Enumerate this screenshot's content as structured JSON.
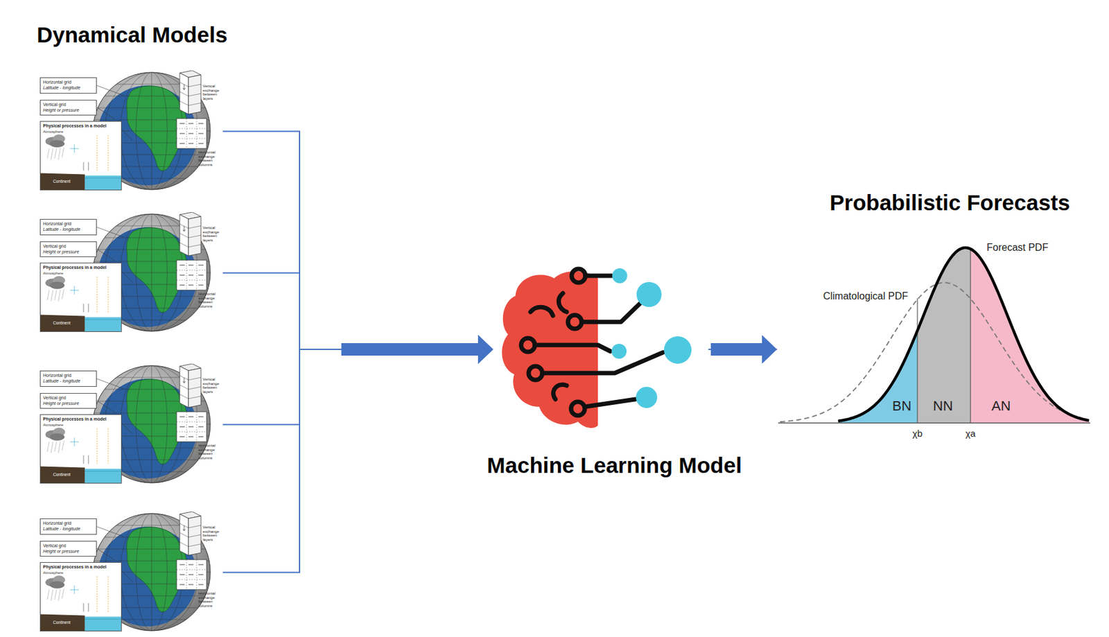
{
  "diagram": {
    "nodes": [
      {
        "text": [
          "Dynamical Models"
        ]
      },
      {
        "text": [
          "Vertical exchange between layers",
          "Horizontal exchange between columns"
        ],
        "in": 0
      },
      {
        "text": [
          "Horizontal grid",
          "Latitude - longitude"
        ],
        "in": 1
      },
      {
        "text": [
          "Vertical grid",
          "Height or pressure"
        ],
        "in": 1
      },
      {
        "text": [
          "Physical processes in a model",
          "Atmosphere",
          "Continent"
        ],
        "in": 1
      },
      {
        "text": [
          "Vertical exchange between layers",
          "Horizontal exchange between columns"
        ],
        "in": 0
      },
      {
        "text": [
          "Horizontal grid",
          "Latitude - longitude"
        ],
        "in": 5
      },
      {
        "text": [
          "Vertical grid",
          "Height or pressure"
        ],
        "in": 5
      },
      {
        "text": [
          "Physical processes in a model",
          "Atmosphere",
          "Continent"
        ],
        "in": 5
      },
      {
        "text": [
          "Vertical exchange between layers",
          "Horizontal exchange between columns"
        ],
        "in": 0
      },
      {
        "text": [
          "Horizontal grid",
          "Latitude - longitude"
        ],
        "in": 9
      },
      {
        "text": [
          "Vertical grid",
          "Height or pressure"
        ],
        "in": 9
      },
      {
        "text": [
          "Physical processes in a model",
          "Atmosphere",
          "Continent"
        ],
        "in": 9
      },
      {
        "text": [
          "Vertical exchange between layers",
          "Horizontal exchange between columns"
        ],
        "in": 0
      },
      {
        "text": [
          "Horizontal grid",
          "Latitude - longitude"
        ],
        "in": 13
      },
      {
        "text": [
          "Vertical grid",
          "Height or pressure"
        ],
        "in": 13
      },
      {
        "text": [
          "Physical processes in a model",
          "Atmosphere",
          "Continent"
        ],
        "in": 13
      },
      {
        "text": [
          "Machine Learning Model"
        ]
      },
      {
        "text": [
          "Probabilistic Forecasts"
        ]
      }
    ],
    "edges": [
      {
        "from": 1,
        "to": 17,
        "arrow": "to"
      },
      {
        "from": 5,
        "to": 17,
        "arrow": "to"
      },
      {
        "from": 9,
        "to": 17,
        "arrow": "to"
      },
      {
        "from": 13,
        "to": 17,
        "arrow": "to"
      },
      {
        "from": 17,
        "to": 18,
        "arrow": "to"
      }
    ],
    "labels": [
      "Forecast PDF",
      "Climatological PDF",
      "BN",
      "NN",
      "AN",
      "χb",
      "χa"
    ]
  }
}
